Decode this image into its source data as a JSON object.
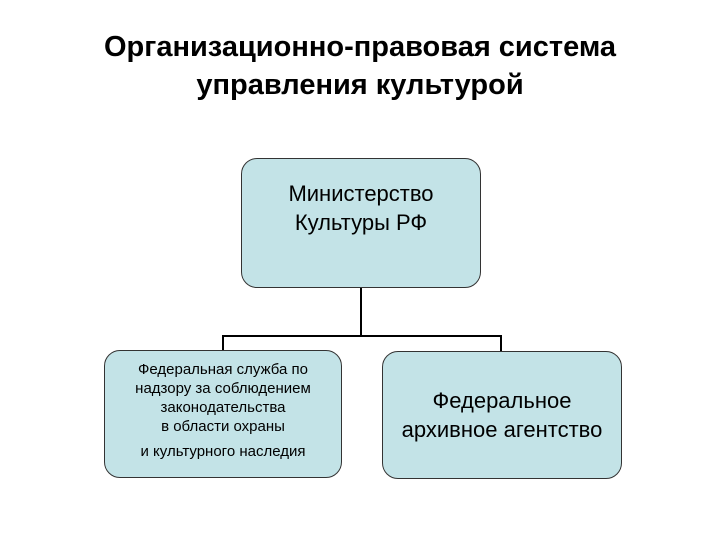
{
  "title": {
    "line1": "Организационно-правовая система",
    "line2": "управления культурой"
  },
  "nodes": {
    "ministry": {
      "line1": "Министерство",
      "line2": "Культуры РФ"
    },
    "federal_service": {
      "line1": "Федеральная служба по",
      "line2": "надзору за соблюдением",
      "line3": "законодательства",
      "line4": "в области охраны",
      "line5": "и культурного наследия"
    },
    "archive_agency": {
      "line1": "Федеральное",
      "line2": "архивное агентство"
    }
  },
  "colors": {
    "box_fill": "#c3e3e7",
    "border": "#333333"
  }
}
